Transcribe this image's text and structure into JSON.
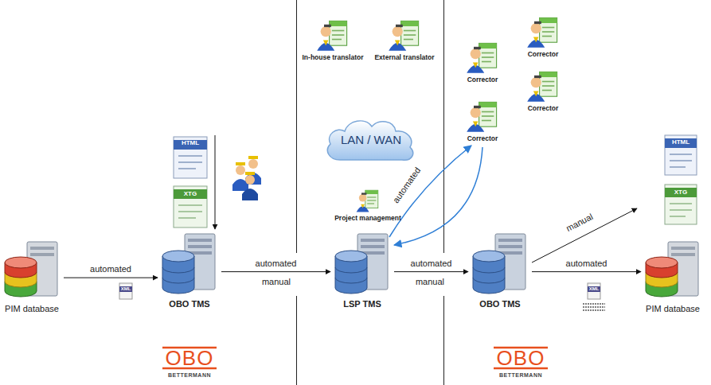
{
  "diagram": {
    "nodes": [
      {
        "text": [
          "PIM database"
        ]
      },
      {
        "text": [
          "OBO TMS"
        ]
      },
      {
        "text": [
          "In-house translator"
        ]
      },
      {
        "text": [
          "External translator"
        ]
      },
      {
        "text": [
          "LAN / WAN"
        ]
      },
      {
        "text": [
          "Project management"
        ]
      },
      {
        "text": [
          "LSP TMS"
        ]
      },
      {
        "text": [
          "Corrector"
        ]
      },
      {
        "text": [
          "Corrector"
        ]
      },
      {
        "text": [
          "Corrector"
        ]
      },
      {
        "text": [
          "Corrector"
        ]
      },
      {
        "text": [
          "OBO TMS"
        ]
      },
      {
        "text": [
          "PIM database"
        ]
      }
    ],
    "edges": [
      {
        "from": 0,
        "to": 1,
        "label": "automated",
        "arrow": "to"
      },
      {
        "from": 1,
        "to": 6,
        "label": "automated",
        "arrow": "to"
      },
      {
        "from": 6,
        "to": 11,
        "label": "automated",
        "arrow": "to"
      },
      {
        "from": 11,
        "to": 12,
        "label": "automated",
        "arrow": "to"
      },
      {
        "from": 6,
        "to": 10,
        "label": "automated",
        "arrow": "to"
      },
      {
        "from": 10,
        "to": 6,
        "arrow": "to"
      }
    ],
    "labels": [
      "HTML",
      "XTG",
      "XML",
      "manual",
      "manual",
      "manual",
      "HTML",
      "XTG",
      "XML",
      "OBO",
      "BETTERMANN",
      "OBO",
      "BETTERMANN"
    ]
  }
}
